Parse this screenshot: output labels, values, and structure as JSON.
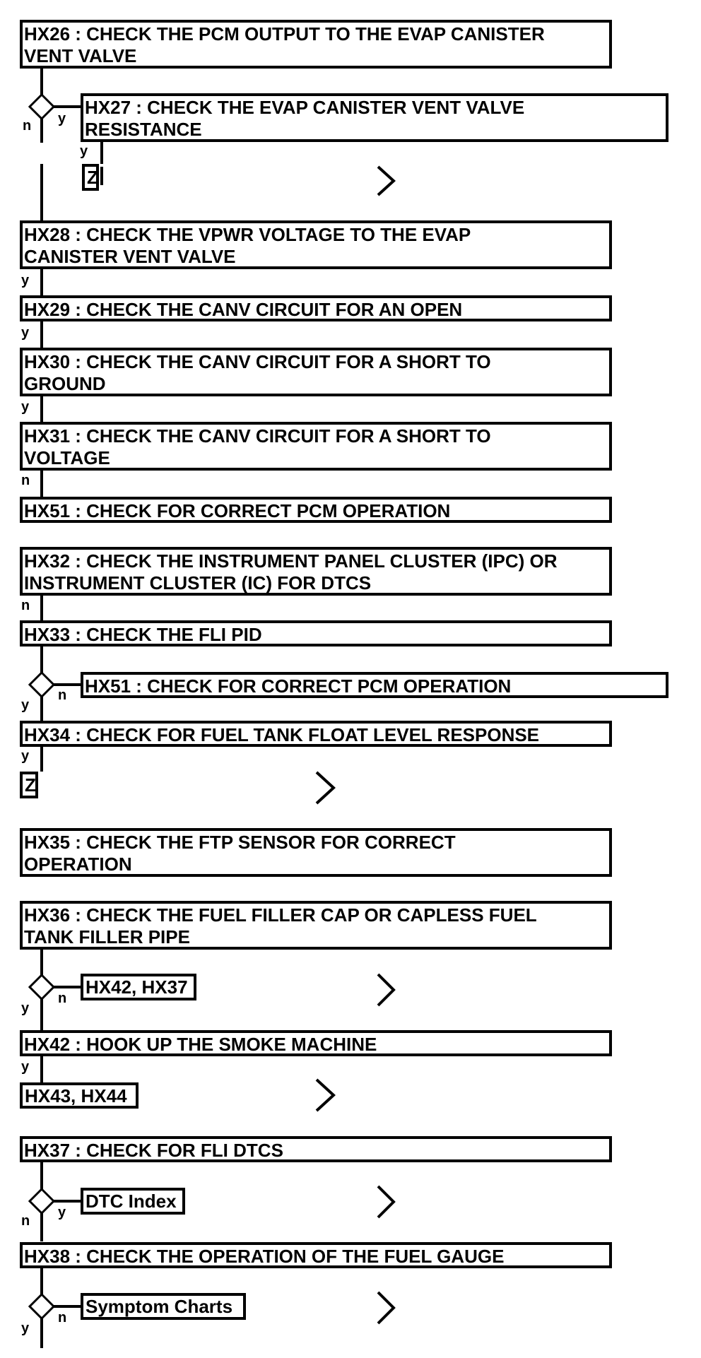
{
  "steps": {
    "hx26": "HX26 : CHECK THE PCM OUTPUT TO THE EVAP CANISTER\nVENT VALVE",
    "hx27": "HX27 : CHECK THE EVAP CANISTER VENT VALVE\nRESISTANCE",
    "hx28": "HX28 : CHECK THE VPWR VOLTAGE TO THE EVAP\nCANISTER VENT VALVE",
    "hx29": "HX29 : CHECK THE CANV CIRCUIT FOR AN OPEN",
    "hx30": "HX30 : CHECK THE CANV CIRCUIT FOR A SHORT TO\nGROUND",
    "hx31": "HX31 : CHECK THE CANV CIRCUIT FOR A SHORT TO\nVOLTAGE",
    "hx51a": "HX51 : CHECK FOR CORRECT PCM OPERATION",
    "hx32": "HX32 : CHECK THE INSTRUMENT PANEL CLUSTER (IPC) OR\nINSTRUMENT CLUSTER (IC) FOR DTCS",
    "hx33": "HX33 : CHECK THE FLI PID",
    "hx51b": "HX51 : CHECK FOR CORRECT PCM OPERATION",
    "hx34": "HX34 : CHECK FOR FUEL TANK FLOAT LEVEL RESPONSE",
    "hx35": "HX35 : CHECK THE FTP SENSOR FOR CORRECT\nOPERATION",
    "hx36": "HX36 : CHECK THE FUEL FILLER CAP OR CAPLESS FUEL\nTANK FILLER PIPE",
    "hx42_37": "HX42, HX37",
    "hx42": "HX42 : HOOK UP THE SMOKE MACHINE",
    "hx43_44": "HX43, HX44",
    "hx37": "HX37 : CHECK FOR FLI DTCS",
    "dtc_index": "DTC Index",
    "hx38": "HX38 : CHECK THE OPERATION OF THE FUEL GAUGE",
    "symptom_charts": "Symptom Charts",
    "z1": "Z",
    "z2": "Z"
  },
  "branch_labels": {
    "n": "n",
    "y": "y"
  }
}
